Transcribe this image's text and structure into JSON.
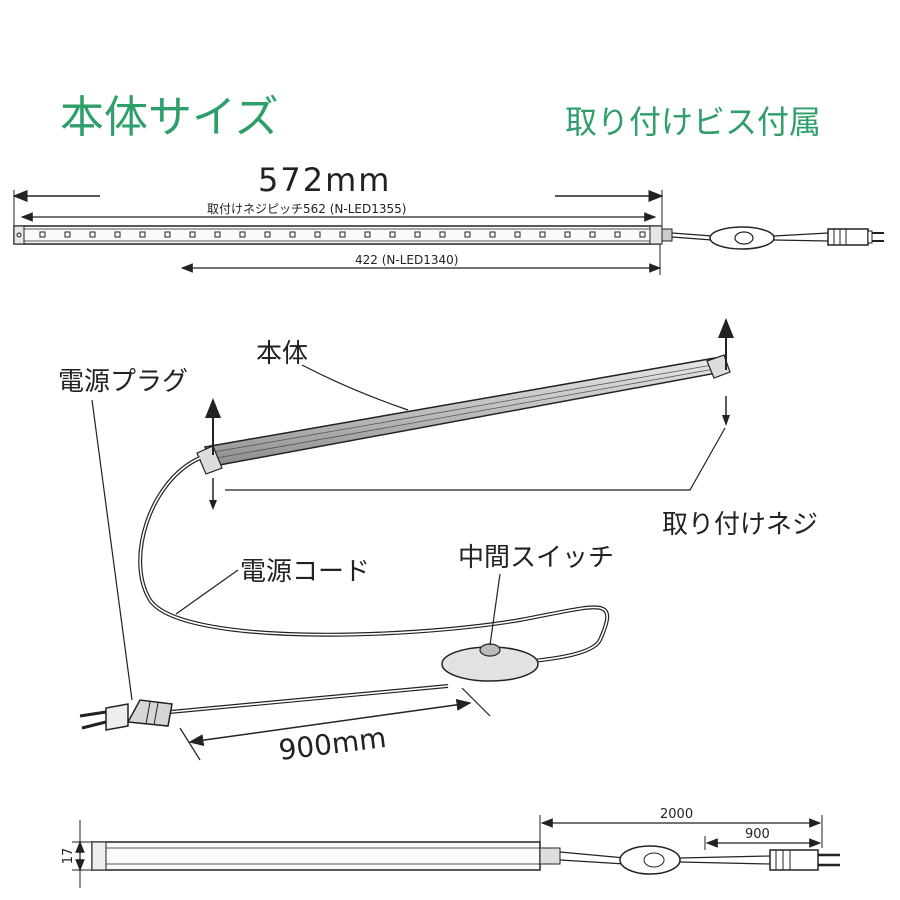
{
  "header": {
    "title": "本体サイズ",
    "screws_note": "取り付けビス付属",
    "total_length": "572mm"
  },
  "top_view": {
    "pitch_label": "取付けネジピッチ562 (N-LED1355)",
    "short_label": "422 (N-LED1340)"
  },
  "perspective": {
    "body": "本体",
    "power_plug": "電源プラグ",
    "screw": "取り付けネジ",
    "power_cord": "電源コード",
    "switch": "中間スイッチ",
    "cord_length": "900mm"
  },
  "bottom_view": {
    "height": "17",
    "cord_total": "2000",
    "cord_to_switch": "900"
  },
  "colors": {
    "title": "#2e9e6a",
    "length": "#b8232b",
    "line": "#222222"
  }
}
